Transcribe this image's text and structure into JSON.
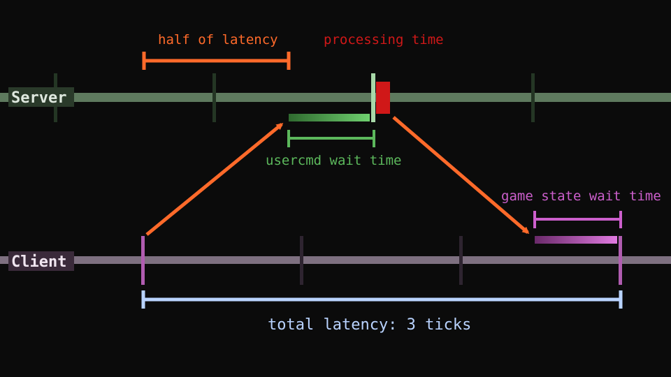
{
  "lanes": {
    "server": {
      "label": "Server",
      "color": "#5e7a5e",
      "label_bg": "#2a3a2a",
      "label_fg": "#dfe8df",
      "tick_color": "#243624"
    },
    "client": {
      "label": "Client",
      "color": "#7e7080",
      "label_bg": "#3a2a3a",
      "label_fg": "#f0e6f0",
      "tick_color": "#2e2430"
    }
  },
  "annotations": {
    "half_latency": {
      "label": "half of latency",
      "color": "#ff6a2a"
    },
    "processing": {
      "label": "processing time",
      "color": "#d01818"
    },
    "usercmd_wait": {
      "label": "usercmd wait time",
      "color": "#5cb85c"
    },
    "game_state_wait": {
      "label": "game state wait time",
      "color": "#cc5fcc"
    },
    "total_latency": {
      "label": "total latency: 3 ticks",
      "color": "#b9d3ff"
    }
  },
  "colors": {
    "arrow": "#ff6a2a",
    "background": "#0b0b0b"
  }
}
